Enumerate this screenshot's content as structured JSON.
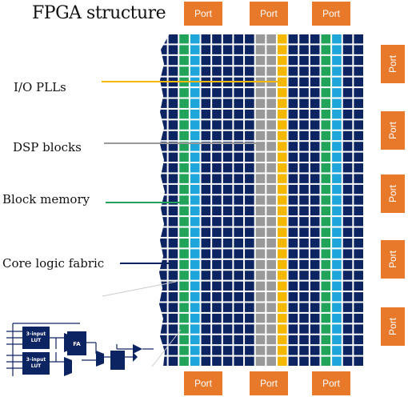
{
  "title": "FPGA structure",
  "port_label": "Port",
  "labels": {
    "io_plls": "I/O PLLs",
    "dsp_blocks": "DSP blocks",
    "block_memory": "Block memory",
    "core_logic": "Core logic fabric"
  },
  "colors": {
    "fabric": "#0d2463",
    "block_memory": "#22a35a",
    "io_band": "#1ea6db",
    "dsp": "#999999",
    "pll": "#f5b800",
    "port": "#e8792b",
    "leader_pll": "#f5b800",
    "leader_dsp": "#999999",
    "leader_mem": "#22a35a",
    "leader_core": "#0d2463"
  },
  "logic_cell": {
    "lut_label_line1": "3-input",
    "lut_label_line2": "LUT",
    "fa_label": "FA"
  }
}
